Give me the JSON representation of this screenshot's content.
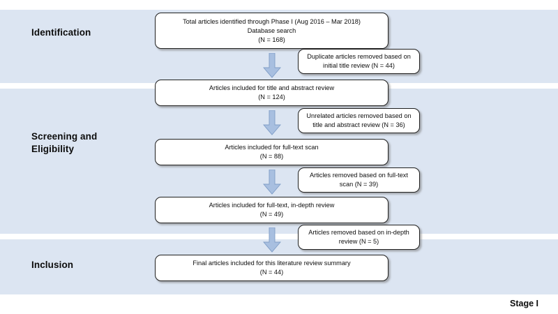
{
  "diagram": {
    "type": "prisma-flow-diagram",
    "stage_caption": "Stage I",
    "band_color": "#dce5f2",
    "arrow_color": "#a8bfe0",
    "box_border_color": "#202020",
    "bands": [
      {
        "key": "identification",
        "label": "Identification"
      },
      {
        "key": "screening",
        "label": "Screening and\nEligibility"
      },
      {
        "key": "inclusion",
        "label": "Inclusion"
      }
    ],
    "main_nodes": [
      {
        "id": "main-1",
        "text": "Total articles identified through Phase I (Aug 2016 – Mar 2018)\nDatabase search\n(N = 168)",
        "count": 168
      },
      {
        "id": "main-2",
        "text": "Articles included for title and abstract review\n(N = 124)",
        "count": 124
      },
      {
        "id": "main-3",
        "text": "Articles included for full-text scan\n(N = 88)",
        "count": 88
      },
      {
        "id": "main-4",
        "text": "Articles included for full-text, in-depth review\n(N = 49)",
        "count": 49
      },
      {
        "id": "main-5",
        "text": "Final articles included for this literature review summary\n(N = 44)",
        "count": 44
      }
    ],
    "side_nodes": [
      {
        "id": "side-1",
        "text": "Duplicate articles removed based on\ninitial title review (N = 44)",
        "count": 44
      },
      {
        "id": "side-2",
        "text": "Unrelated articles removed based on\ntitle and abstract review (N = 36)",
        "count": 36
      },
      {
        "id": "side-3",
        "text": "Articles removed based on full-text\nscan (N = 39)",
        "count": 39
      },
      {
        "id": "side-4",
        "text": "Articles removed based on in-depth\nreview  (N = 5)",
        "count": 5
      }
    ],
    "arrows": [
      {
        "id": "arrow-1",
        "direction": "down"
      },
      {
        "id": "arrow-2",
        "direction": "down"
      },
      {
        "id": "arrow-3",
        "direction": "down"
      },
      {
        "id": "arrow-4",
        "direction": "down"
      }
    ]
  }
}
